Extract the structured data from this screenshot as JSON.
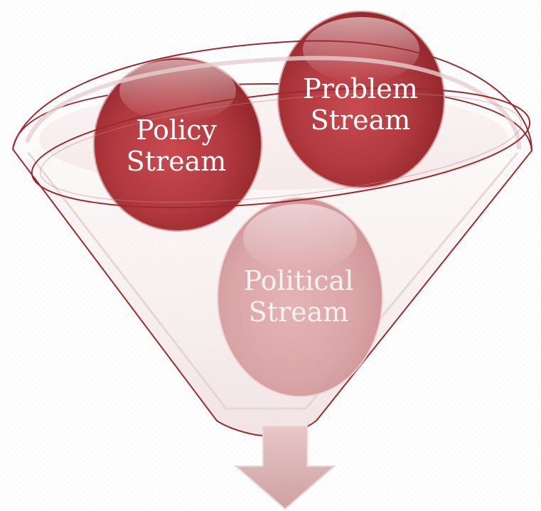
{
  "diagram": {
    "streams": {
      "problem": {
        "label": "Problem\nStream"
      },
      "policy": {
        "label": "Policy\nStream"
      },
      "political": {
        "label": "Political\nStream"
      }
    },
    "colors": {
      "stream_dark": "#b03a40",
      "stream_light": "#dba0a3",
      "funnel_outline": "#9b2b30",
      "arrow_fill": "#dcb6b8"
    }
  }
}
